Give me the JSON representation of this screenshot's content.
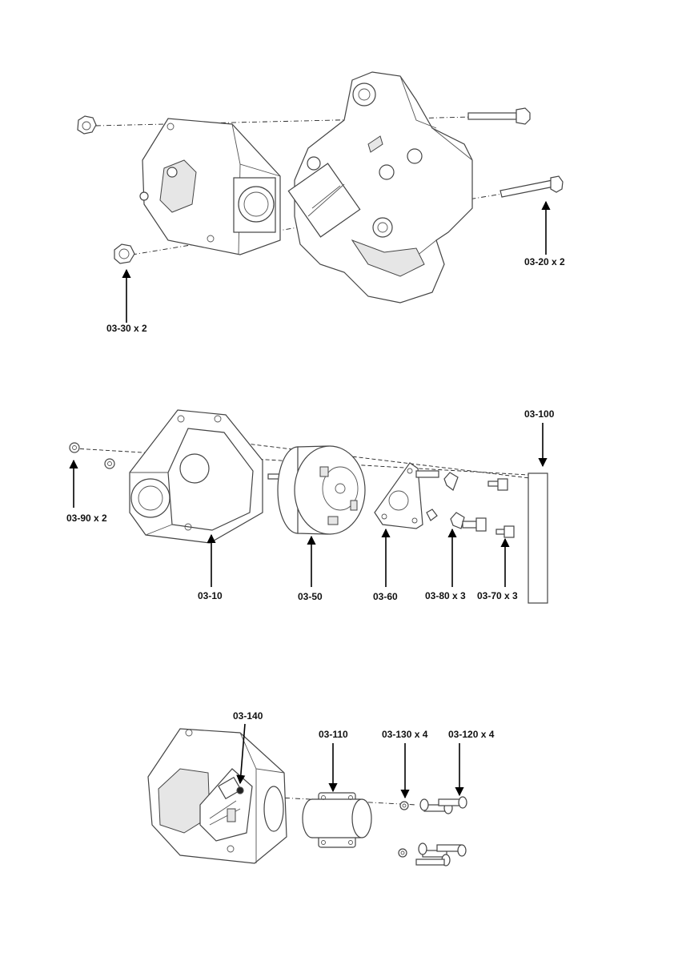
{
  "labels": {
    "p03_20": "03-20 x 2",
    "p03_30": "03-30 x 2",
    "p03_100": "03-100",
    "p03_90": "03-90 x 2",
    "p03_10": "03-10",
    "p03_50": "03-50",
    "p03_60": "03-60",
    "p03_80": "03-80 x 3",
    "p03_70": "03-70 x 3",
    "p03_140": "03-140",
    "p03_110": "03-110",
    "p03_130": "03-130 x 4",
    "p03_120": "03-120 x 4"
  }
}
